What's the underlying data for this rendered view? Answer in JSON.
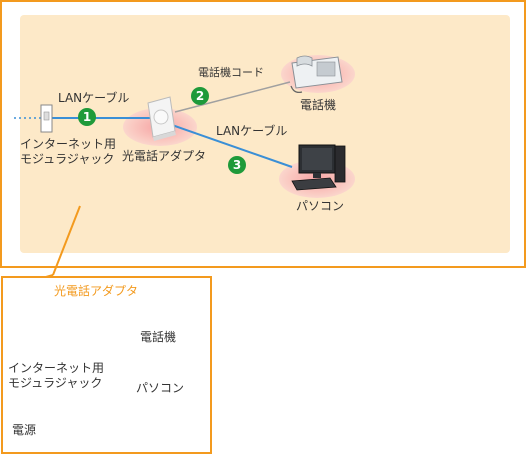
{
  "diagram": {
    "labels": {
      "lan_cable_1": "LANケーブル",
      "phone_cord": "電話機コード",
      "lan_cable_2": "LANケーブル",
      "wall_jack": "インターネット用\nモジュラジャック",
      "adapter": "光電話アダプタ",
      "phone": "電話機",
      "pc": "パソコン"
    },
    "badges": [
      "1",
      "2",
      "3"
    ],
    "colors": {
      "lan": "#3a8fd6",
      "phone_cord": "#a0a0a0",
      "frame": "#f39a1e",
      "badge": "#1f9a3a",
      "panel": "#fde9c8",
      "glow": "#f28a8a"
    }
  },
  "inset": {
    "title": "光電話アダプタ",
    "labels": {
      "phone": "電話機",
      "wall_jack": "インターネット用\nモジュラジャック",
      "pc": "パソコン",
      "power": "電源"
    },
    "colors": {
      "phone_cord": "#a0a0a0",
      "lan": "#4aa8e0",
      "power": "#c9272d",
      "power_cable": "#aaaaaa"
    }
  }
}
